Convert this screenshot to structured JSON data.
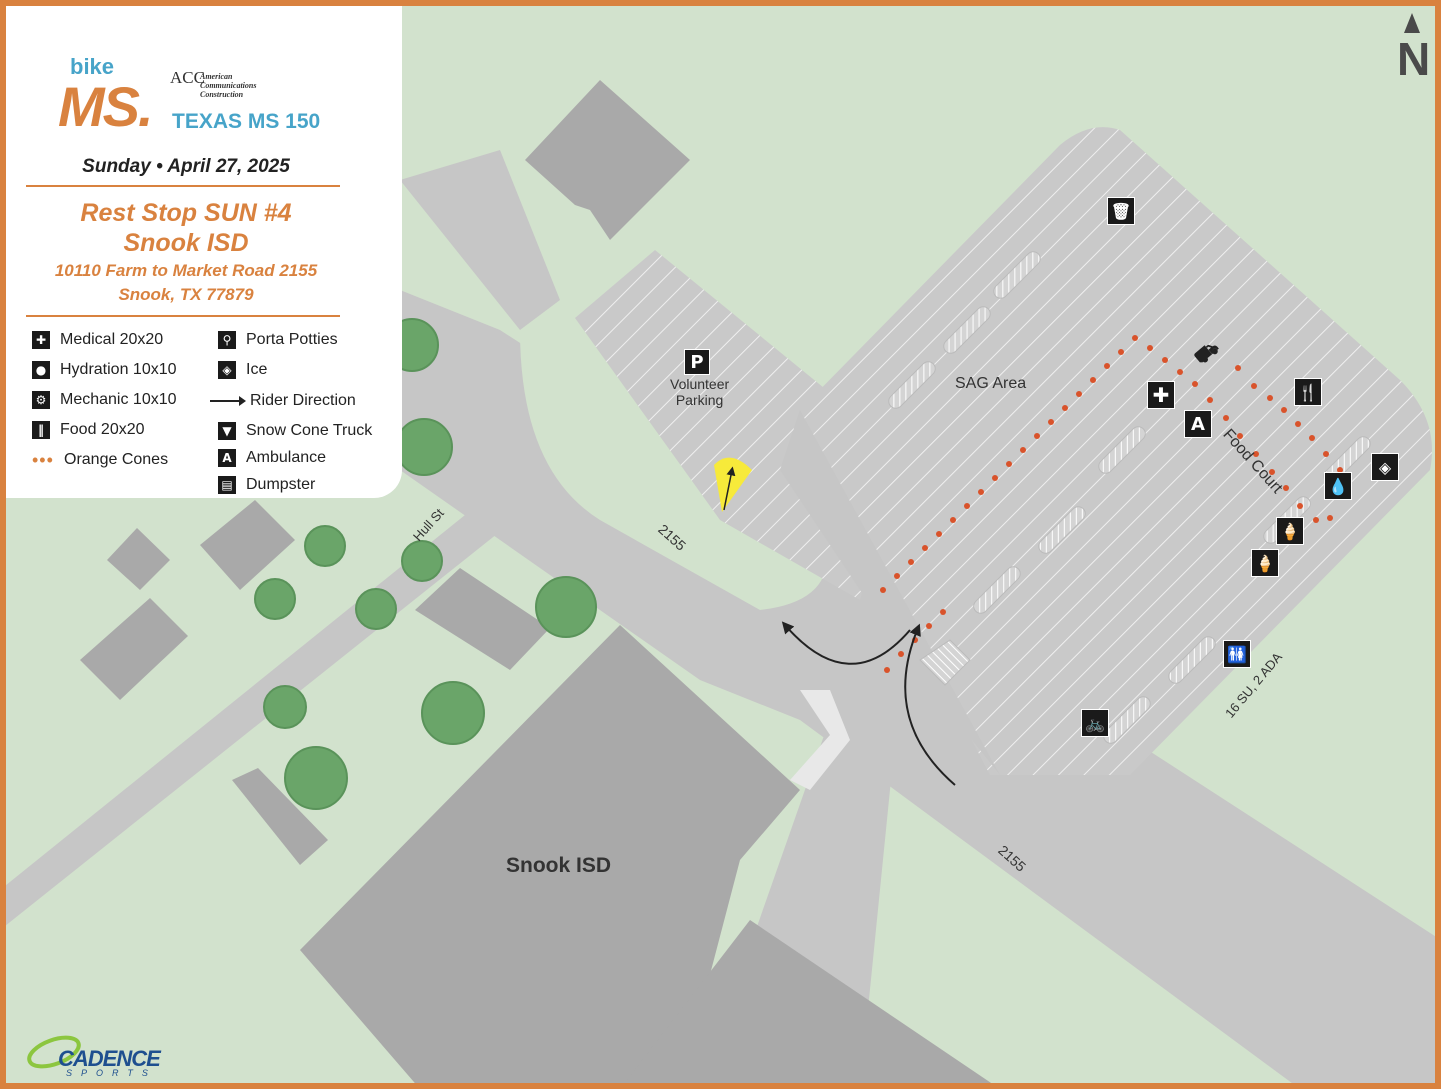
{
  "brand": {
    "bike": "bike",
    "ms": "MS.",
    "sponsor_mark": "ACC",
    "sponsor_name_lines": [
      "American",
      "Communications",
      "Construction"
    ],
    "event": "TEXAS MS 150"
  },
  "date": "Sunday • April 27, 2025",
  "stop": {
    "title": "Rest Stop SUN #4",
    "venue": "Snook ISD",
    "address": "10110 Farm to Market Road 2155",
    "city": "Snook, TX 77879"
  },
  "legend": {
    "left": [
      {
        "icon": "medical-icon",
        "label": "Medical 20x20"
      },
      {
        "icon": "hydration-icon",
        "label": "Hydration 10x10"
      },
      {
        "icon": "mechanic-icon",
        "label": "Mechanic 10x10"
      },
      {
        "icon": "food-icon",
        "label": "Food 20x20"
      },
      {
        "icon": "orange-cones-icon",
        "label": "Orange Cones"
      }
    ],
    "right": [
      {
        "icon": "porta-potties-icon",
        "label": "Porta Potties"
      },
      {
        "icon": "ice-icon",
        "label": "Ice"
      },
      {
        "icon": "rider-direction-icon",
        "label": "Rider Direction"
      },
      {
        "icon": "snow-cone-icon",
        "label": "Snow Cone Truck"
      },
      {
        "icon": "ambulance-icon",
        "label": "Ambulance"
      },
      {
        "icon": "dumpster-icon",
        "label": "Dumpster"
      }
    ]
  },
  "map_labels": {
    "north": "N",
    "volunteer_parking": [
      "Volunteer",
      "Parking"
    ],
    "parking_marker": "P",
    "sag_area": "SAG Area",
    "food_court": "Food Court",
    "road_2155": "2155",
    "hull_st": "Hull St",
    "spaces_note": "16 SU, 2 ADA",
    "school": "Snook ISD",
    "ambulance_marker": "A"
  },
  "footer": {
    "brand": "CADENCE",
    "sub": "SPORTS"
  },
  "colors": {
    "border": "#d9823f",
    "grass": "#d2e2cd",
    "road": "#c6c6c6",
    "building": "#a9a9a9",
    "tree": "#6aa569",
    "cones": "#d9532b",
    "brand_blue": "#47a4c9",
    "brand_orange": "#d9823f",
    "highlight": "#f7ea3a"
  }
}
